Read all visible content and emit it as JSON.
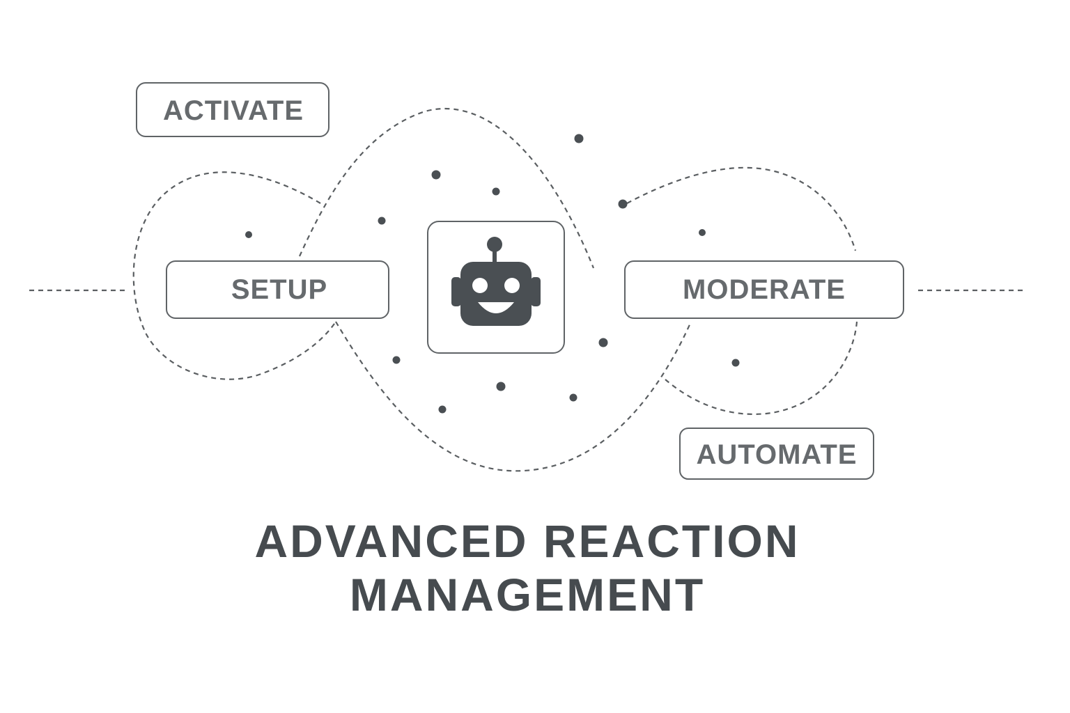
{
  "diagram": {
    "nodes": {
      "activate": "ACTIVATE",
      "setup": "SETUP",
      "moderate": "MODERATE",
      "automate": "AUTOMATE"
    },
    "center_icon": "robot-icon",
    "title_line1": "ADVANCED REACTION",
    "title_line2": "MANAGEMENT"
  },
  "colors": {
    "stroke": "#5f6366",
    "label": "#666a6d",
    "title": "#464b4f",
    "icon": "#4a4f53",
    "background": "#ffffff"
  }
}
